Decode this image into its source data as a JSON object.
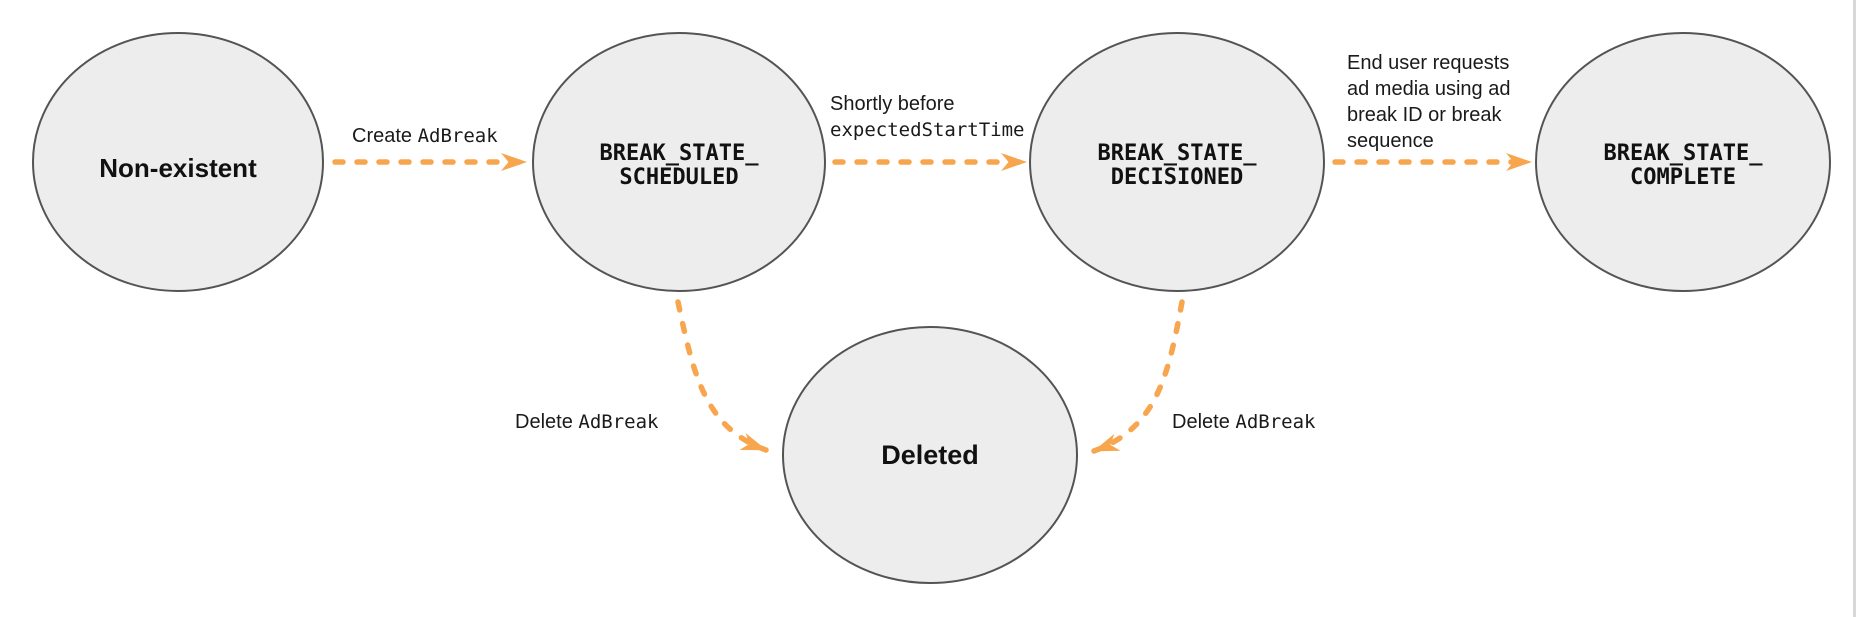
{
  "diagram": {
    "type": "state-diagram",
    "background": "#ffffff",
    "colors": {
      "node_fill": "#ededed",
      "node_stroke": "#545454",
      "arrow": "#f7a64e",
      "text": "#111111",
      "frame_edge": "#d8d8d8"
    },
    "nodes": {
      "non_existent": {
        "label": "Non-existent"
      },
      "scheduled": {
        "line1": "BREAK_STATE_",
        "line2": "SCHEDULED"
      },
      "decisioned": {
        "line1": "BREAK_STATE_",
        "line2": "DECISIONED"
      },
      "complete": {
        "line1": "BREAK_STATE_",
        "line2": "COMPLETE"
      },
      "deleted": {
        "label": "Deleted"
      }
    },
    "transitions": {
      "create": {
        "text": "Create ",
        "code": "AdBreak"
      },
      "shortly_before": {
        "text": "Shortly before",
        "code": "expectedStartTime"
      },
      "end_user": {
        "line1": "End user requests",
        "line2": "ad media using ad",
        "line3": "break ID or break",
        "line4": "sequence"
      },
      "delete_from_scheduled": {
        "text": "Delete ",
        "code": "AdBreak"
      },
      "delete_from_decisioned": {
        "text": "Delete ",
        "code": "AdBreak"
      }
    }
  }
}
